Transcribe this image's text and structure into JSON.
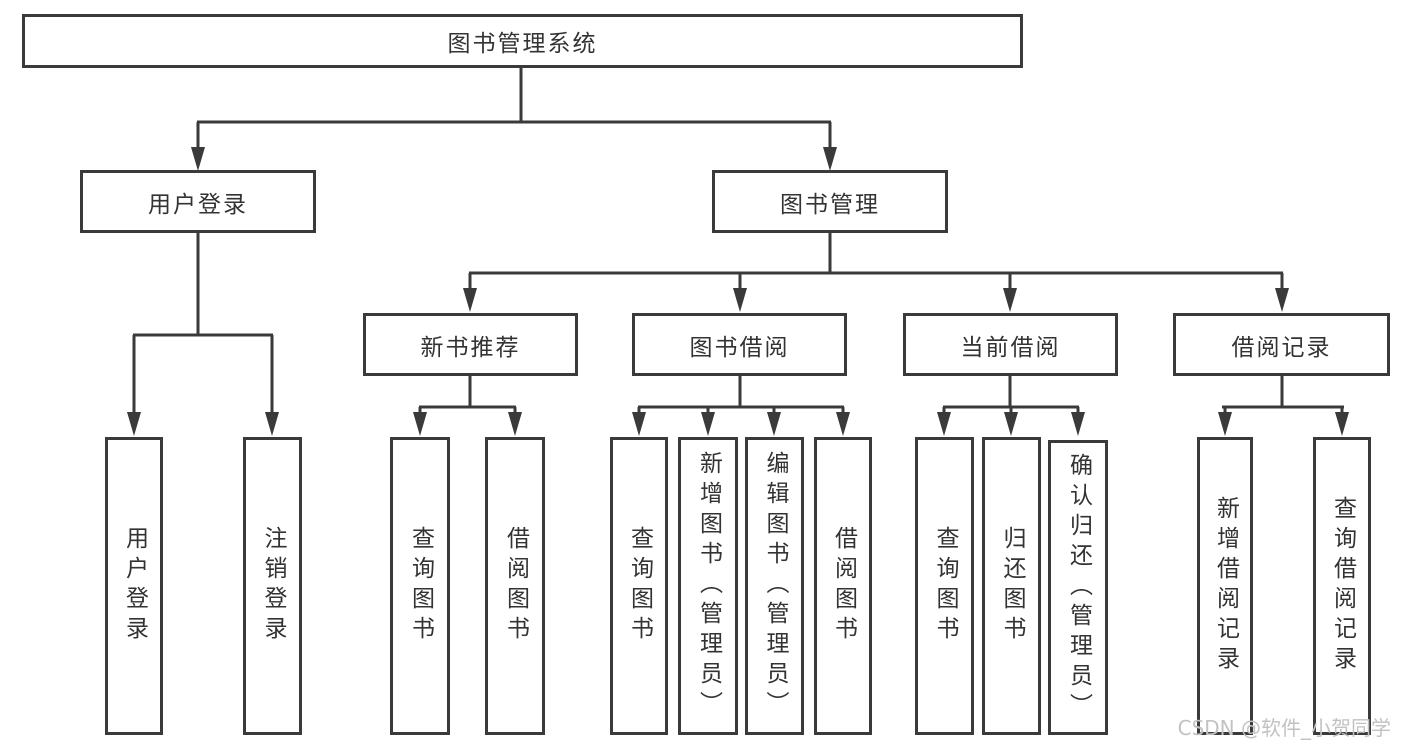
{
  "tree": {
    "root": {
      "label": "图书管理系统",
      "children": [
        {
          "label": "用户登录",
          "children": [
            {
              "label": "用户登录"
            },
            {
              "label": "注销登录"
            }
          ]
        },
        {
          "label": "图书管理",
          "children": [
            {
              "label": "新书推荐",
              "children": [
                {
                  "label": "查询图书"
                },
                {
                  "label": "借阅图书"
                }
              ]
            },
            {
              "label": "图书借阅",
              "children": [
                {
                  "label": "查询图书"
                },
                {
                  "label": "新增图书（管理员）"
                },
                {
                  "label": "编辑图书（管理员）"
                },
                {
                  "label": "借阅图书"
                }
              ]
            },
            {
              "label": "当前借阅",
              "children": [
                {
                  "label": "查询图书"
                },
                {
                  "label": "归还图书"
                },
                {
                  "label": "确认归还（管理员）"
                }
              ]
            },
            {
              "label": "借阅记录",
              "children": [
                {
                  "label": "新增借阅记录"
                },
                {
                  "label": "查询借阅记录"
                }
              ]
            }
          ]
        }
      ]
    }
  },
  "watermark": {
    "text": "CSDN @软件_小贺同学"
  },
  "colors": {
    "line": "#3a3a3a",
    "text": "#333333",
    "watermark": "#c2c2c2",
    "background": "#ffffff"
  }
}
